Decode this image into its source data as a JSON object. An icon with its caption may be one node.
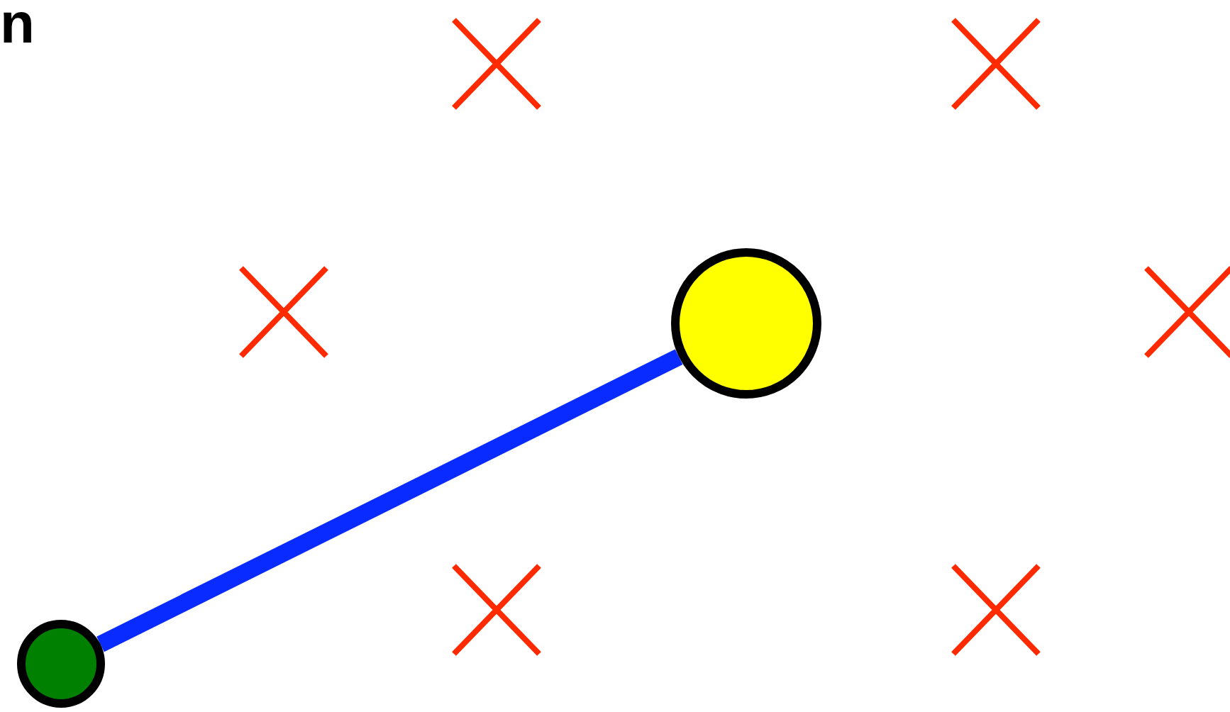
{
  "diagram": {
    "nodes": [
      {
        "text": [],
        "shape": "circle"
      },
      {
        "text": [],
        "shape": "circle"
      }
    ],
    "edges": [
      {
        "from": 0,
        "to": 1,
        "arrow": "none"
      }
    ],
    "labels": [
      "n"
    ]
  }
}
